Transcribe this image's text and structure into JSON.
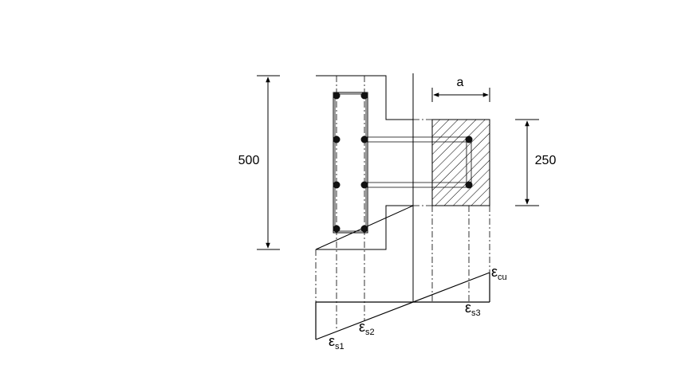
{
  "dimensions": {
    "height": "500",
    "flange_height": "250",
    "stress_block_depth": "a"
  },
  "strain_labels": {
    "concrete": {
      "symbol": "ε",
      "subscript": "cu"
    },
    "steel_1": {
      "symbol": "ε",
      "subscript": "s1"
    },
    "steel_2": {
      "symbol": "ε",
      "subscript": "s2"
    },
    "steel_3": {
      "symbol": "ε",
      "subscript": "s3"
    }
  }
}
